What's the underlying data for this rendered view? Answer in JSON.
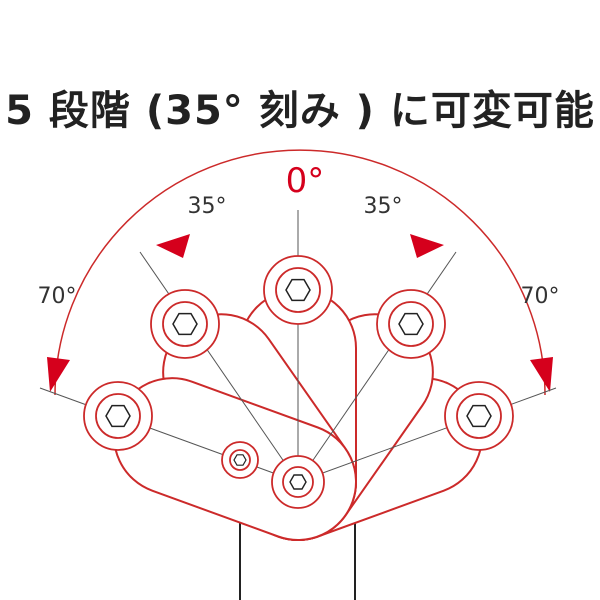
{
  "title": "5 段階 (35° 刻み ) に可変可能",
  "labels": {
    "center": "0°",
    "left_35": "35°",
    "right_35": "35°",
    "left_70": "70°",
    "right_70": "70°"
  },
  "colors": {
    "accent": "#d5001c",
    "outline": "#cc2a2a",
    "line": "#555555",
    "text": "#222222"
  },
  "angles_deg": [
    -70,
    -35,
    0,
    35,
    70
  ]
}
